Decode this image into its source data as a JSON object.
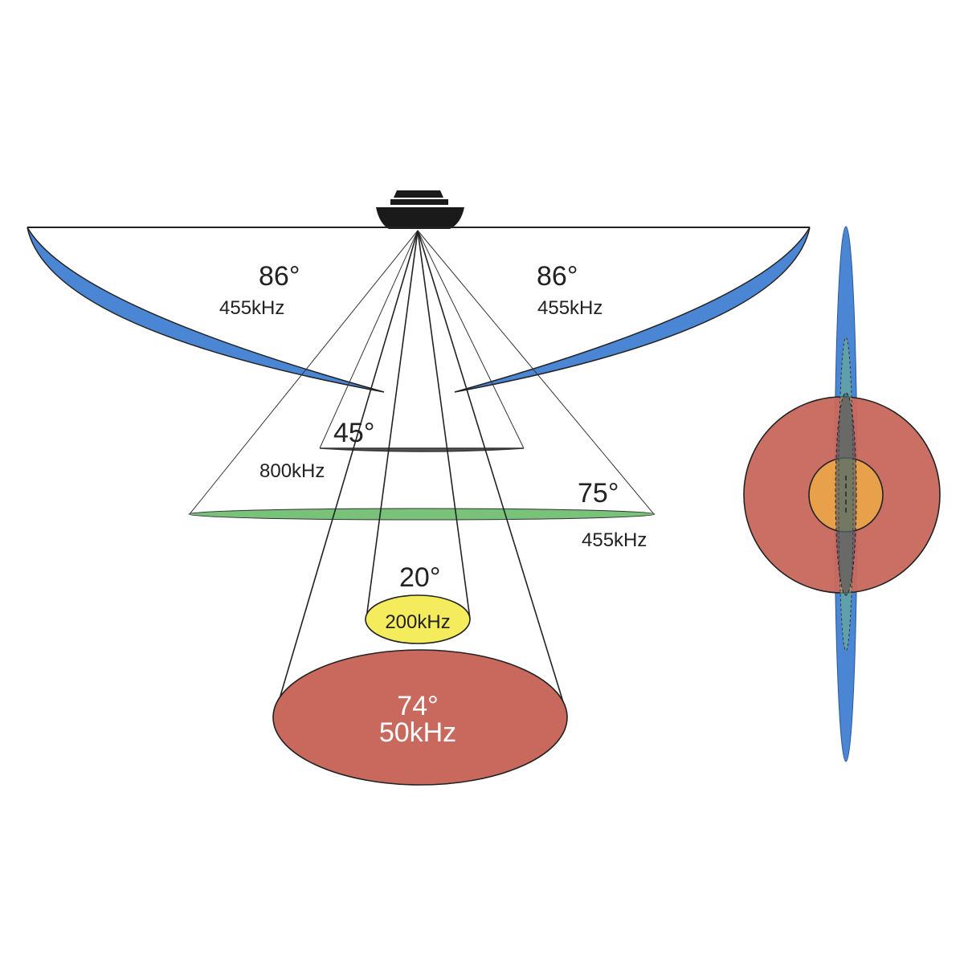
{
  "beams": {
    "side_left": {
      "angle": "86°",
      "freq": "455kHz",
      "color": "#4a86d4"
    },
    "side_right": {
      "angle": "86°",
      "freq": "455kHz",
      "color": "#4a86d4"
    },
    "down_800": {
      "angle": "45°",
      "freq": "800kHz"
    },
    "down_455": {
      "angle": "75°",
      "freq": "455kHz",
      "color": "#79c27a"
    },
    "beam_200": {
      "angle": "20°",
      "freq": "200kHz",
      "color": "#f4ec5c"
    },
    "beam_50": {
      "angle": "74°",
      "freq": "50kHz",
      "color": "#c9695e"
    }
  },
  "colors": {
    "boat": "#1a1a1a",
    "inner_circle": "#e8a04a",
    "outline": "#222222"
  }
}
